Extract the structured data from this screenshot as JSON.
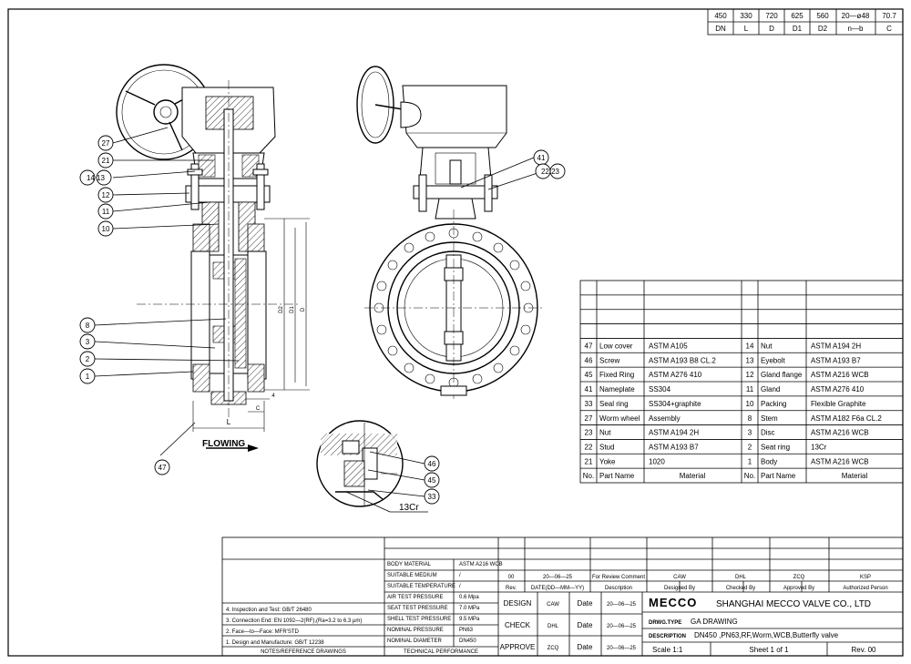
{
  "dims_table": {
    "values": [
      "450",
      "330",
      "720",
      "625",
      "560",
      "20—ø48",
      "70.7"
    ],
    "keys": [
      "DN",
      "L",
      "D",
      "D1",
      "D2",
      "n—b",
      "C"
    ]
  },
  "balloons": {
    "b27": "27",
    "b21": "21",
    "b14_13": "14 13",
    "b12": "12",
    "b11": "11",
    "b10": "10",
    "b8": "8",
    "b3": "3",
    "b2": "2",
    "b1": "1",
    "b47": "47",
    "b41": "41",
    "b22_23": "22 23",
    "b46": "46",
    "b45": "45",
    "b33": "33"
  },
  "drawing_text": {
    "flowing": "FLOWING",
    "detail_13cr": "13Cr",
    "dim_L": "L",
    "dim_C": "C",
    "dim_4": "4",
    "dim_D": "D",
    "dim_D1": "D1",
    "dim_D2": "D2"
  },
  "parts_list": {
    "blank_rows": 4,
    "rows": [
      {
        "left": {
          "no": "47",
          "name": "Low cover",
          "material": "ASTM A105"
        },
        "right": {
          "no": "14",
          "name": "Nut",
          "material": "ASTM A194 2H"
        }
      },
      {
        "left": {
          "no": "46",
          "name": "Screw",
          "material": "ASTM A193 B8 CL.2"
        },
        "right": {
          "no": "13",
          "name": "Eyebolt",
          "material": "ASTM A193 B7"
        }
      },
      {
        "left": {
          "no": "45",
          "name": "Fixed Ring",
          "material": "ASTM A276 410"
        },
        "right": {
          "no": "12",
          "name": "Gland flange",
          "material": "ASTM A216 WCB"
        }
      },
      {
        "left": {
          "no": "41",
          "name": "Nameplate",
          "material": "SS304"
        },
        "right": {
          "no": "11",
          "name": "Gland",
          "material": "ASTM A276 410"
        }
      },
      {
        "left": {
          "no": "33",
          "name": "Seal ring",
          "material": "SS304+graphite"
        },
        "right": {
          "no": "10",
          "name": "Packing",
          "material": "Flexible Graphite"
        }
      },
      {
        "left": {
          "no": "27",
          "name": "Worm wheel",
          "material": "Assembly"
        },
        "right": {
          "no": "8",
          "name": "Stem",
          "material": "ASTM A182 F6a CL.2"
        }
      },
      {
        "left": {
          "no": "23",
          "name": "Nut",
          "material": "ASTM A194 2H"
        },
        "right": {
          "no": "3",
          "name": "Disc",
          "material": "ASTM A216 WCB"
        }
      },
      {
        "left": {
          "no": "22",
          "name": "Stud",
          "material": "ASTM A193 B7"
        },
        "right": {
          "no": "2",
          "name": "Seat ring",
          "material": "13Cr"
        }
      },
      {
        "left": {
          "no": "21",
          "name": "Yoke",
          "material": "1020"
        },
        "right": {
          "no": "1",
          "name": "Body",
          "material": "ASTM A216 WCB"
        }
      }
    ],
    "header": {
      "no": "No.",
      "name": "Part Name",
      "material": "Material"
    }
  },
  "title_block": {
    "notes": [
      "4. Inspection and Test: GB/T 26480",
      "3. Connection End: EN 1092—2(RF),(Ra=3.2 to 6.3 μm)",
      "2. Face—to—Face: MFR'STD",
      "1. Design and Manufacture: GB/T 12238"
    ],
    "notes_header": "NOTES/REFERENCE DRAWINGS",
    "tech": [
      {
        "label": "BODY MATERIAL",
        "value": "ASTM A216 WCB"
      },
      {
        "label": "SUITABLE MEDIUM",
        "value": "/"
      },
      {
        "label": "SUITABLE TEMPERATURE",
        "value": "/"
      },
      {
        "label": "AIR TEST PRESSURE",
        "value": "0.6 Mpa"
      },
      {
        "label": "SEAT TEST PRESSURE",
        "value": "7.0 MPa"
      },
      {
        "label": "SHELL TEST PRESSURE",
        "value": "9.5 MPa"
      },
      {
        "label": "NOMINAL PRESSURE",
        "value": "PN63"
      },
      {
        "label": "NOMINAL DIAMETER",
        "value": "DN450"
      }
    ],
    "tech_header": "TECHNICAL PERFORMANCE",
    "revision_row": {
      "rev": "00",
      "date": "20—06—25",
      "description": "For Review Comment",
      "designed": "CAW",
      "checked": "DHL",
      "approved": "ZCQ",
      "authorized": "KSP"
    },
    "revision_header": {
      "rev": "Rev.",
      "date": "DATE(DD—MM—YY)",
      "description": "Description",
      "designed": "Designed By",
      "checked": "Checked By",
      "approved": "Approved By",
      "authorized": "Authorized Person"
    },
    "sign_rows": [
      {
        "role": "DESIGN",
        "name": "CAW",
        "date_label": "Date",
        "date": "20—06—25"
      },
      {
        "role": "CHECK",
        "name": "DHL",
        "date_label": "Date",
        "date": "20—06—25"
      },
      {
        "role": "APPROVE",
        "name": "ZCQ",
        "date_label": "Date",
        "date": "20—06—25"
      }
    ],
    "logo": "MECCO",
    "company": "SHANGHAI MECCO VALVE CO., LTD",
    "drwg_type_label": "DRWG.TYPE",
    "drwg_type": "GA DRAWING",
    "description_label": "DESCRIPTION",
    "description": "DN450 ,PN63,RF,Worm,WCB,Butterfly valve",
    "scale": "Scale  1:1",
    "sheet": "Sheet 1 of 1",
    "rev": "Rev. 00"
  }
}
